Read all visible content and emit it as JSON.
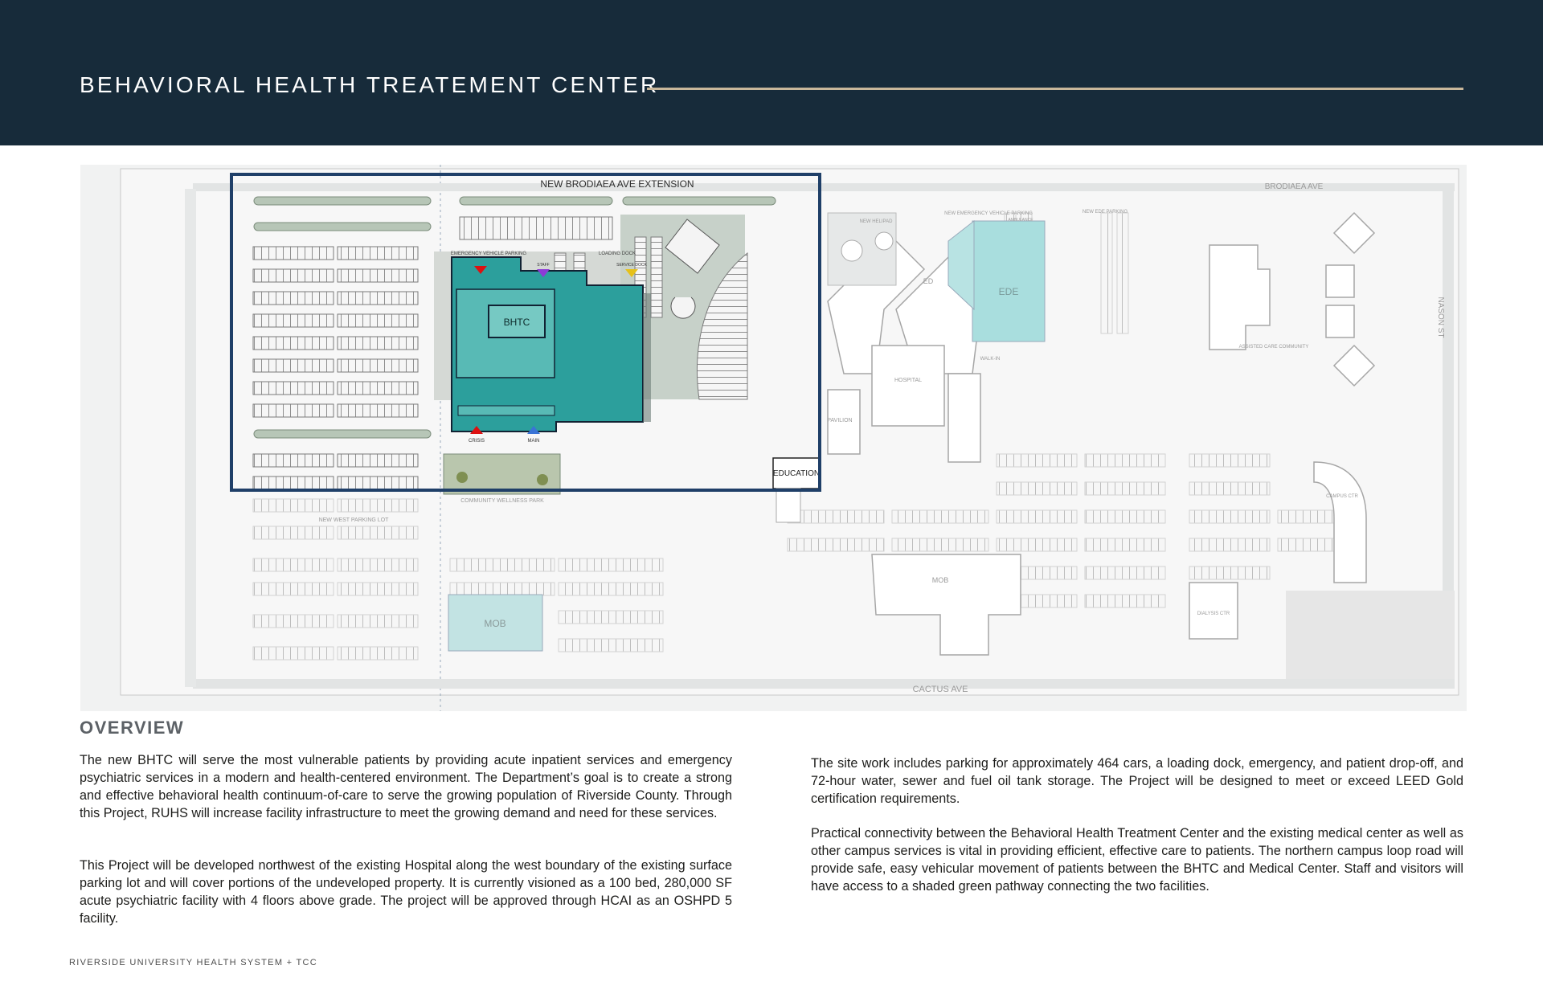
{
  "header": {
    "title": "BEHAVIORAL HEALTH TREATEMENT CENTER"
  },
  "site_plan": {
    "labels": {
      "new_brodiaea": "NEW BRODIAEA AVE EXTENSION",
      "brodiaea": "BRODIAEA AVE",
      "nason": "NASON ST",
      "cactus": "CACTUS AVE",
      "bhtc": "BHTC",
      "emergency_parking": "EMERGENCY VEHICLE PARKING",
      "loading_dock": "LOADING DOCK",
      "staff": "STAFF",
      "service_dock": "SERVICE DOCK",
      "crisis": "CRISIS",
      "main": "MAIN",
      "education": "EDUCATION",
      "community_park": "COMMUNITY WELLNESS PARK",
      "new_west_parking": "NEW WEST PARKING LOT",
      "mob_new": "MOB",
      "mob": "MOB",
      "new_helipad": "NEW HELIPAD",
      "new_emergency_parking": "NEW EMERGENCY VEHICLE PARKING",
      "new_ede_parking": "NEW EDE PARKING",
      "ambulance": "AMBULANCE",
      "ed": "ED",
      "ede": "EDE",
      "hospital": "HOSPITAL",
      "pavilion": "PAVILION",
      "walk_in": "WALK-IN",
      "assisted_care": "ASSISTED CARE COMMUNITY",
      "campus_ctr": "CAMPUS CTR",
      "dialysis_ctr": "DIALYSIS CTR"
    }
  },
  "overview": {
    "heading": "OVERVIEW",
    "paragraphs": [
      "The new BHTC will serve the most vulnerable patients by providing acute inpatient services and emergency psychiatric services in a modern and health-centered environment. The Department’s goal is to create a strong and effective behavioral health continuum-of-care to serve the growing population of Riverside County. Through this Project, RUHS will increase facility infrastructure to meet the growing demand and need for these services.",
      "This Project will be developed northwest of the existing Hospital along the west boundary of the existing surface parking lot and will cover portions of the undeveloped property.  It is currently visioned as a 100 bed, 280,000 SF acute psychiatric facility with 4 floors above grade.  The project will be approved through HCAI as an OSHPD 5 facility.",
      "The site work includes parking for approximately 464 cars, a loading dock, emergency, and patient drop-off, and 72-hour water, sewer and fuel oil tank storage.  The Project will be designed to meet or exceed LEED Gold certification requirements.",
      "Practical connectivity between the Behavioral Health Treatment Center and the existing medical center as well as other campus services is vital in providing efficient, effective care to patients. The northern campus loop road will provide safe, easy vehicular movement of patients between the BHTC and Medical Center. Staff and visitors will have access to a shaded green pathway connecting the two facilities."
    ]
  },
  "footer": {
    "text": "RIVERSIDE UNIVERSITY HEALTH SYSTEM + TCC"
  },
  "colors": {
    "header_bg": "#172b3a",
    "header_rule": "#c9b79a",
    "bhtc_teal": "#2c9f9c",
    "highlight_frame": "#1f3f68",
    "ede_blue": "#a9dede"
  }
}
